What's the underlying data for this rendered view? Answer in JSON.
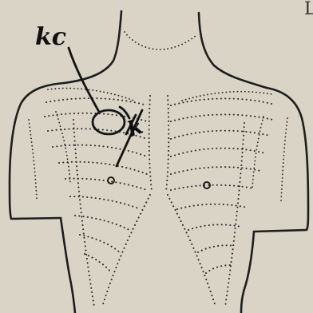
{
  "labels": {
    "marker_upper": "kc",
    "marker_arrow": "k",
    "edge_letter": "L"
  }
}
